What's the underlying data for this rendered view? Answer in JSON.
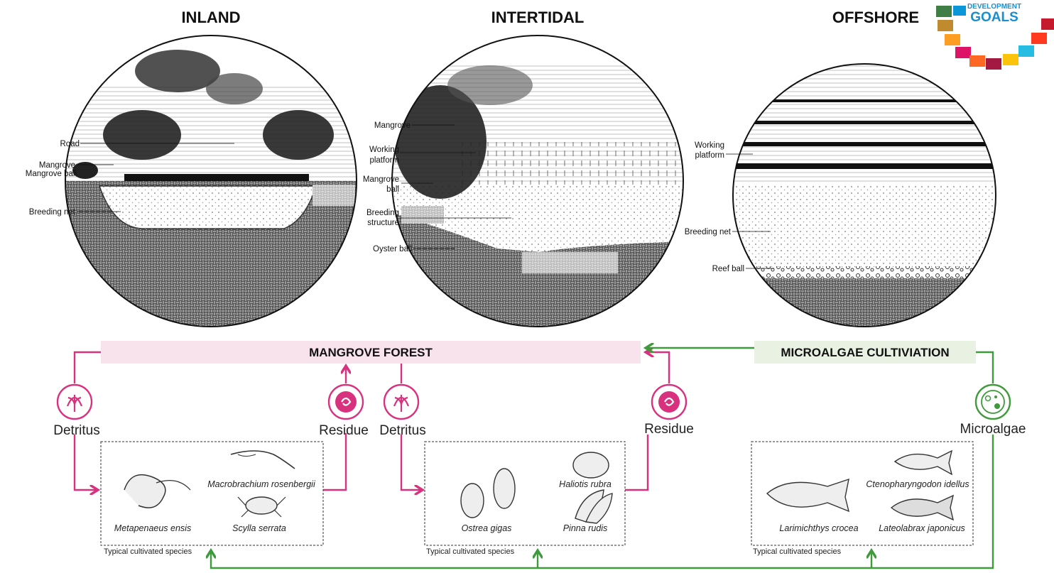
{
  "zones": [
    {
      "title": "INLAND",
      "labels": [
        "Road",
        "Mangrove",
        "Mangrove ball",
        "Breeding net"
      ]
    },
    {
      "title": "INTERTIDAL",
      "labels": [
        "Mangrove",
        "Working",
        "platform",
        "Mangrove",
        "ball",
        "Breeding",
        "structure",
        "Oyster ball"
      ]
    },
    {
      "title": "OFFSHORE",
      "labels": [
        "Working",
        "platform",
        "Breeding net",
        "Reef ball"
      ]
    }
  ],
  "sdg_badge": {
    "line1": "DEVELOPMENT",
    "line2": "GOALS"
  },
  "flows": {
    "mangrove_forest": "MANGROVE FOREST",
    "microalgae_cultivation": "MICROALGAE CULTIVIATION",
    "detritus": "Detritus",
    "residue": "Residue",
    "microalgae": "Microalgae"
  },
  "species_boxes": [
    {
      "caption": "Typical cultivated species",
      "species": [
        "Metapenaeus ensis",
        "Macrobrachium rosenbergii",
        "Scylla serrata"
      ]
    },
    {
      "caption": "Typical cultivated species",
      "species": [
        "Ostrea gigas",
        "Haliotis rubra",
        "Pinna rudis"
      ]
    },
    {
      "caption": "Typical cultivated species",
      "species": [
        "Larimichthys crocea",
        "Ctenopharyngodon idellus",
        "Lateolabrax japonicus"
      ]
    }
  ],
  "colors": {
    "magenta": "#d8327f",
    "green": "#3f9a3c",
    "pink_bar": "#f8e3ec",
    "green_bar": "#e9f1e3"
  }
}
